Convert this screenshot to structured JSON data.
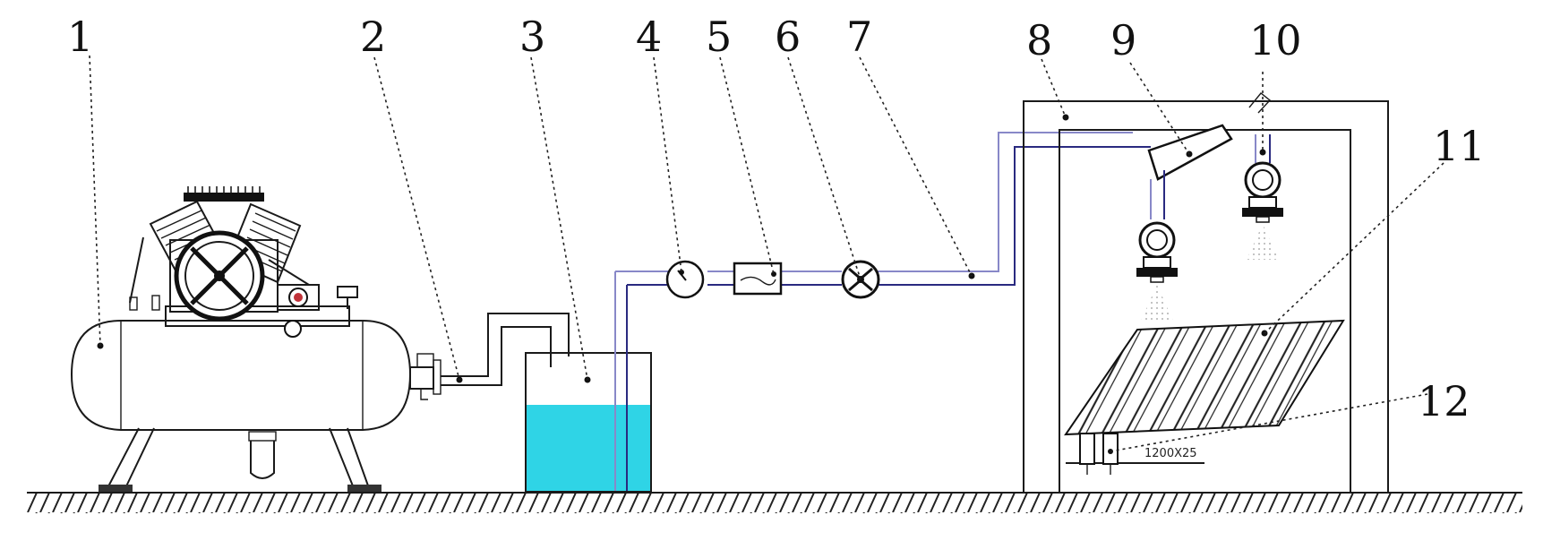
{
  "labels": [
    "1",
    "2",
    "3",
    "4",
    "5",
    "6",
    "7",
    "8",
    "9",
    "10",
    "11",
    "12"
  ],
  "scale_text": "1200X25",
  "colors": {
    "water": "#2fd4e6",
    "line": "#1a1a1a",
    "pipe_dark": "#2a2a80",
    "pipe_light": "#8888c8"
  }
}
